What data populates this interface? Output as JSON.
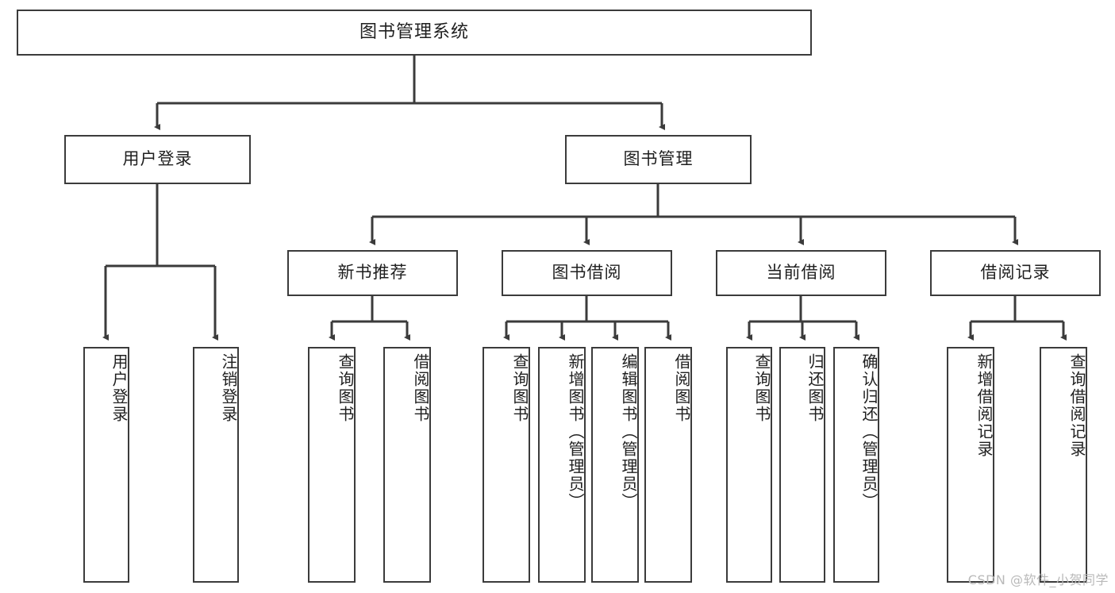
{
  "diagram": {
    "title": "图书管理系统",
    "type": "tree-structure-chart",
    "watermark": "CSDN @软件_小贺同学",
    "colors": {
      "box_border": "#3b3b3b",
      "box_fill": "#ffffff",
      "edge": "#3b3b3b",
      "text": "#1f1f1f",
      "watermark": "#b9b9b9",
      "background": "#ffffff"
    },
    "levels": {
      "root": [
        "图书管理系统"
      ],
      "level2": [
        "用户登录",
        "图书管理"
      ],
      "level3": [
        "新书推荐",
        "图书借阅",
        "当前借阅",
        "借阅记录"
      ],
      "leaves": [
        "用户登录",
        "注销登录",
        "查询图书",
        "借阅图书",
        "查询图书",
        "新增图书（管理员）",
        "编辑图书（管理员）",
        "借阅图书",
        "查询图书",
        "归还图书",
        "确认归还（管理员）",
        "新增借阅记录",
        "查询借阅记录"
      ]
    },
    "nodes": {
      "root": {
        "label": "图书管理系统"
      },
      "user_login": {
        "label": "用户登录"
      },
      "book_manage": {
        "label": "图书管理"
      },
      "new_book_rec": {
        "label": "新书推荐"
      },
      "book_borrow": {
        "label": "图书借阅"
      },
      "current_borrow": {
        "label": "当前借阅"
      },
      "borrow_record": {
        "label": "借阅记录"
      },
      "leaf_user_login": {
        "label": "用户登录"
      },
      "leaf_logout": {
        "label": "注销登录"
      },
      "leaf_query_book_a": {
        "label": "查询图书"
      },
      "leaf_borrow_book_a": {
        "label": "借阅图书"
      },
      "leaf_query_book_b": {
        "label": "查询图书"
      },
      "leaf_add_book": {
        "label": "新增图书（管理员）"
      },
      "leaf_edit_book": {
        "label": "编辑图书（管理员）"
      },
      "leaf_borrow_book_b": {
        "label": "借阅图书"
      },
      "leaf_query_book_c": {
        "label": "查询图书"
      },
      "leaf_return_book": {
        "label": "归还图书"
      },
      "leaf_confirm_return": {
        "label": "确认归还（管理员）"
      },
      "leaf_add_record": {
        "label": "新增借阅记录"
      },
      "leaf_query_record": {
        "label": "查询借阅记录"
      }
    },
    "edges": [
      {
        "from": "root",
        "to": "user_login"
      },
      {
        "from": "root",
        "to": "book_manage"
      },
      {
        "from": "user_login",
        "to": "leaf_user_login"
      },
      {
        "from": "user_login",
        "to": "leaf_logout"
      },
      {
        "from": "book_manage",
        "to": "new_book_rec"
      },
      {
        "from": "book_manage",
        "to": "book_borrow"
      },
      {
        "from": "book_manage",
        "to": "current_borrow"
      },
      {
        "from": "book_manage",
        "to": "borrow_record"
      },
      {
        "from": "new_book_rec",
        "to": "leaf_query_book_a"
      },
      {
        "from": "new_book_rec",
        "to": "leaf_borrow_book_a"
      },
      {
        "from": "book_borrow",
        "to": "leaf_query_book_b"
      },
      {
        "from": "book_borrow",
        "to": "leaf_add_book"
      },
      {
        "from": "book_borrow",
        "to": "leaf_edit_book"
      },
      {
        "from": "book_borrow",
        "to": "leaf_borrow_book_b"
      },
      {
        "from": "current_borrow",
        "to": "leaf_query_book_c"
      },
      {
        "from": "current_borrow",
        "to": "leaf_return_book"
      },
      {
        "from": "current_borrow",
        "to": "leaf_confirm_return"
      },
      {
        "from": "borrow_record",
        "to": "leaf_add_record"
      },
      {
        "from": "borrow_record",
        "to": "leaf_query_record"
      }
    ]
  }
}
